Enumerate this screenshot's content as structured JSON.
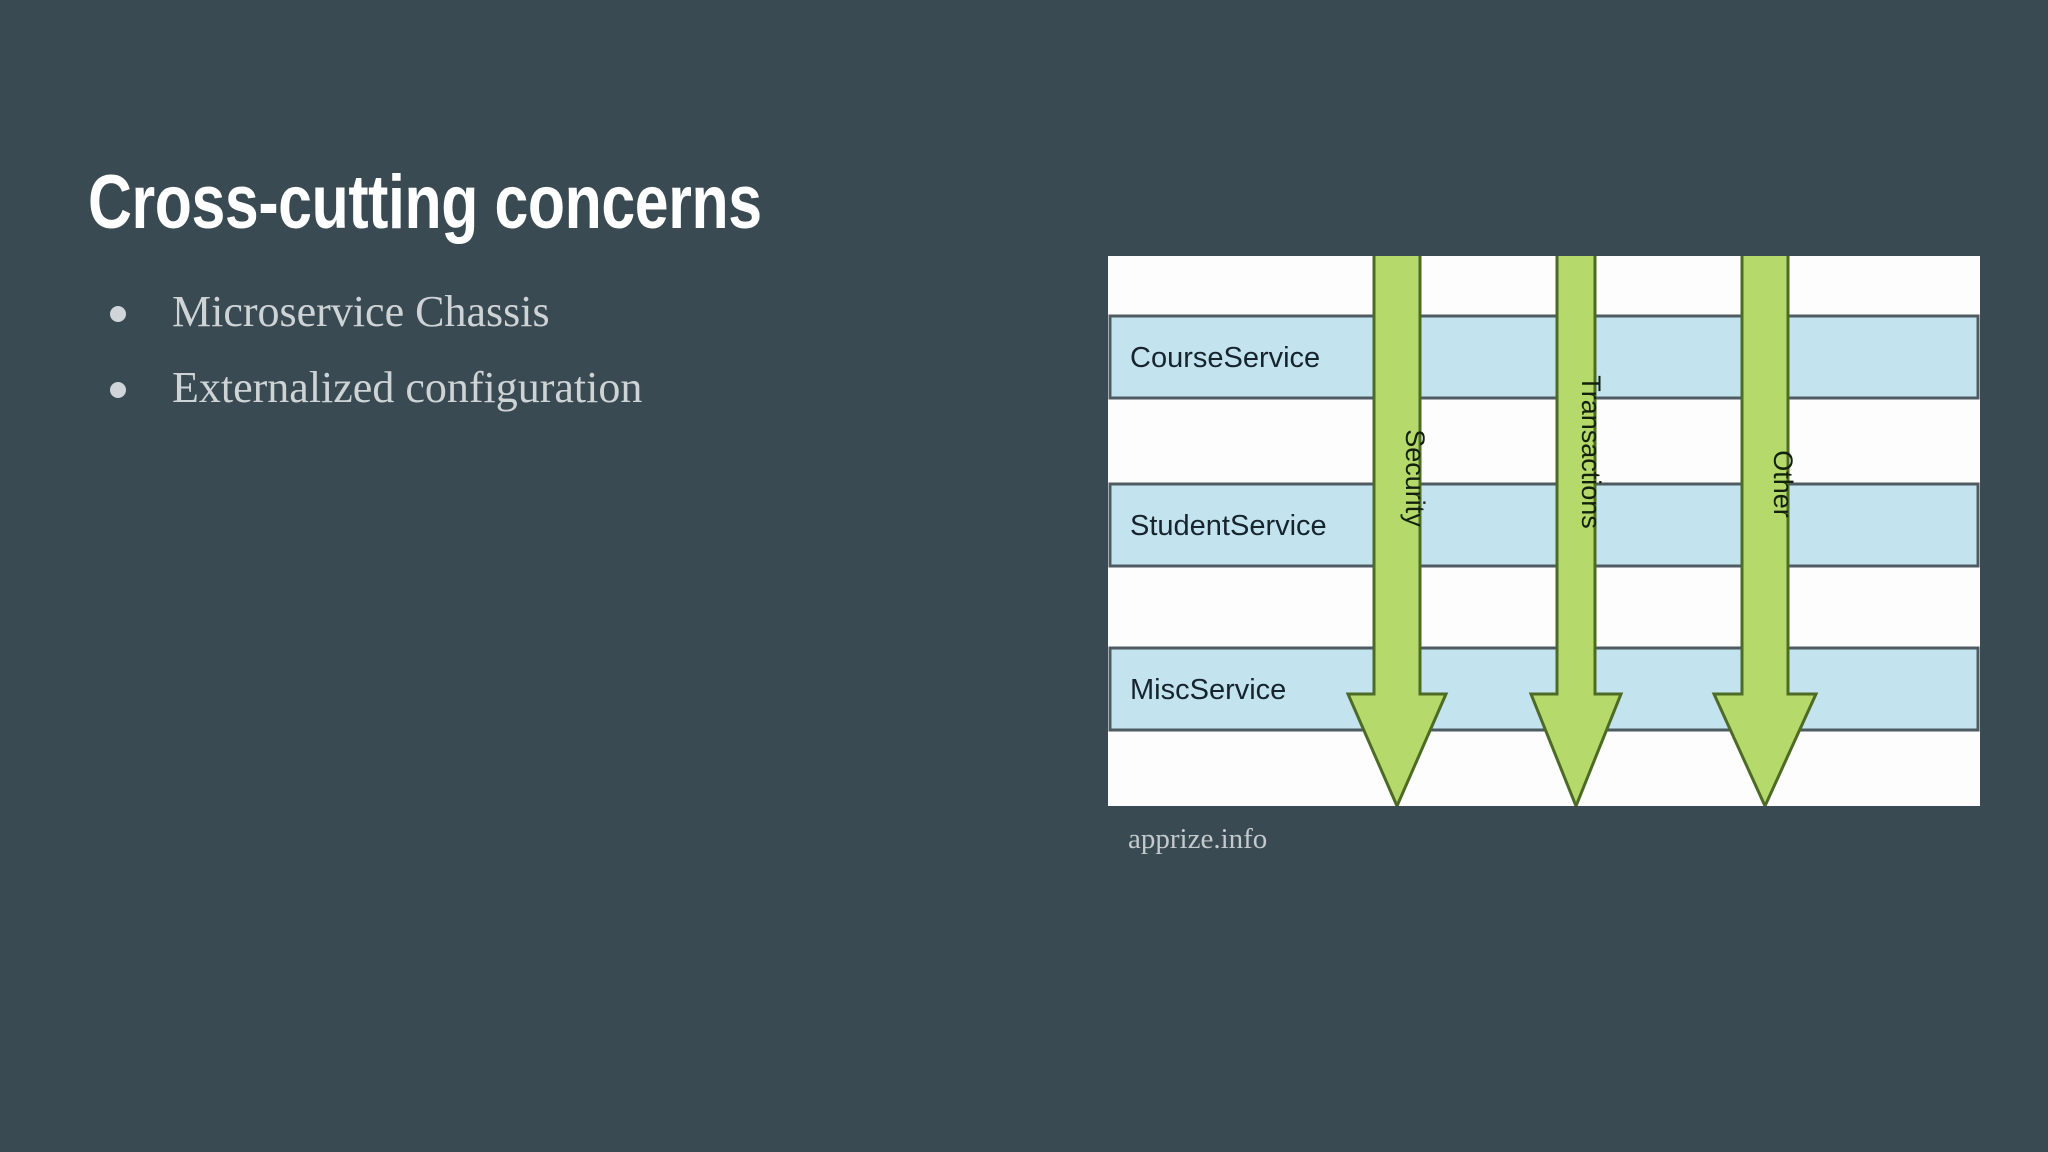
{
  "slide": {
    "background_color": "#3a4a52",
    "title": "Cross-cutting concerns",
    "bullets": [
      {
        "label": "Microservice Chassis"
      },
      {
        "label": "Externalized configuration"
      }
    ],
    "figure": {
      "caption": "apprize.info",
      "panel_color": "#fdfdfd",
      "service_fill": "#c3e4ee",
      "service_border": "#4e5b61",
      "arrow_fill": "#b6d96b",
      "arrow_border": "#4c6b24",
      "services": [
        {
          "label": "CourseService"
        },
        {
          "label": "StudentService"
        },
        {
          "label": "MiscService"
        }
      ],
      "arrows": [
        {
          "label": "Security"
        },
        {
          "label": "Transactions"
        },
        {
          "label": "Other"
        }
      ]
    }
  }
}
